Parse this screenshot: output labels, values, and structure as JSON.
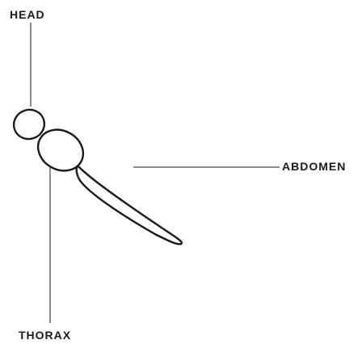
{
  "labels": {
    "head": "HEAD",
    "abdomen": "ABDOMEN",
    "thorax": "THORAX"
  },
  "colors": {
    "outline": "#1a1a1a",
    "leader_line": "#1a1a1a",
    "background": "#ffffff"
  }
}
